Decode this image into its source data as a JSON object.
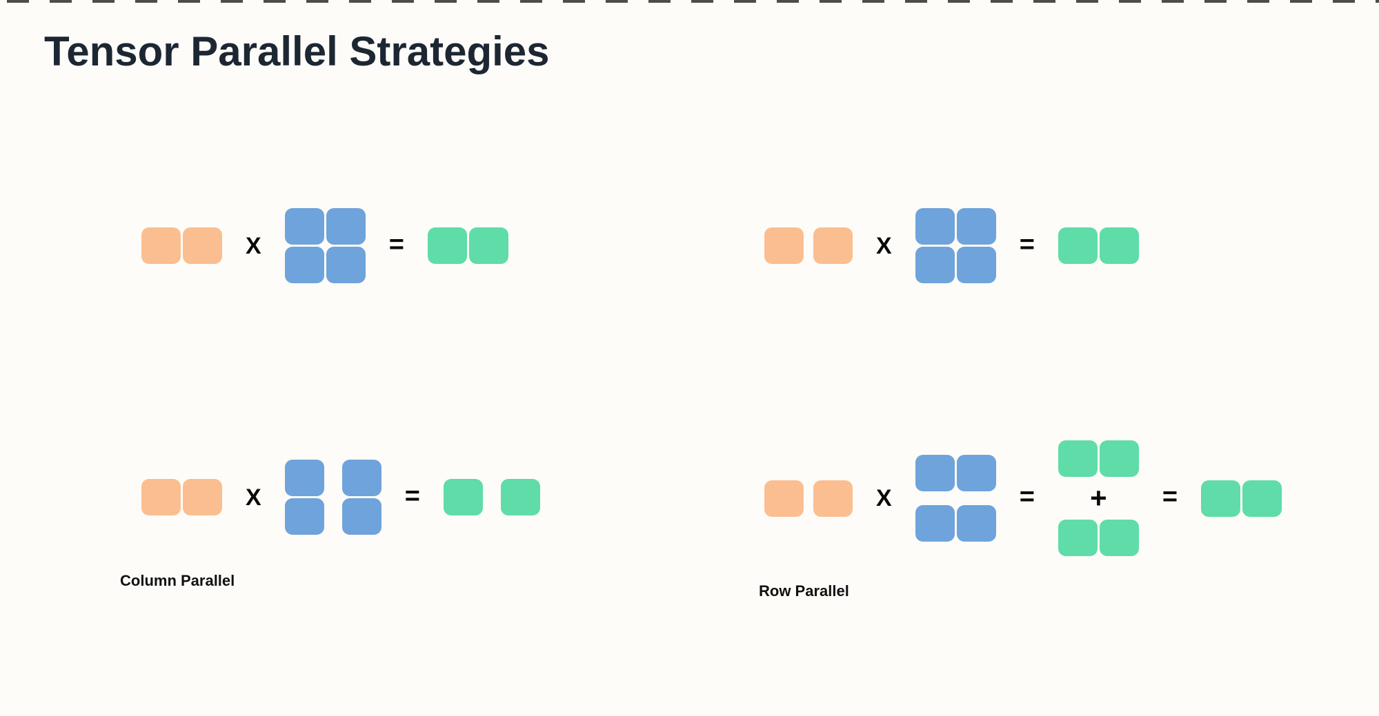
{
  "page": {
    "title": "Tensor Parallel Strategies"
  },
  "labels": {
    "column_parallel": "Column Parallel",
    "row_parallel": "Row Parallel"
  },
  "operators": {
    "multiply": "X",
    "equals": "=",
    "plus": "+"
  },
  "colors": {
    "background": "#FDFCF8",
    "title_text": "#1D2733",
    "operator_text": "#0A0A0A",
    "input_cell": "#FBBE90",
    "weight_cell": "#6FA3DB",
    "output_cell": "#5FDCA7",
    "top_strip_dash": "#4D4D4A"
  },
  "diagrams": {
    "top_left": {
      "tokens": [
        {
          "kind": "vector",
          "role": "input",
          "split": false
        },
        {
          "kind": "op",
          "op": "multiply"
        },
        {
          "kind": "matrix",
          "role": "weight",
          "split": "none"
        },
        {
          "kind": "op",
          "op": "equals"
        },
        {
          "kind": "vector",
          "role": "output",
          "split": false
        }
      ]
    },
    "top_right": {
      "tokens": [
        {
          "kind": "vector",
          "role": "input",
          "split": true
        },
        {
          "kind": "op",
          "op": "multiply"
        },
        {
          "kind": "matrix",
          "role": "weight",
          "split": "none"
        },
        {
          "kind": "op",
          "op": "equals"
        },
        {
          "kind": "vector",
          "role": "output",
          "split": false
        }
      ]
    },
    "bottom_left": {
      "label": "Column Parallel",
      "tokens": [
        {
          "kind": "vector",
          "role": "input",
          "split": false
        },
        {
          "kind": "op",
          "op": "multiply"
        },
        {
          "kind": "matrix",
          "role": "weight",
          "split": "columns"
        },
        {
          "kind": "op",
          "op": "equals"
        },
        {
          "kind": "vector",
          "role": "output",
          "split": true,
          "wide": true
        }
      ]
    },
    "bottom_right": {
      "label": "Row Parallel",
      "tokens": [
        {
          "kind": "vector",
          "role": "input",
          "split": true
        },
        {
          "kind": "op",
          "op": "multiply"
        },
        {
          "kind": "matrix",
          "role": "weight",
          "split": "rows"
        },
        {
          "kind": "op",
          "op": "equals"
        },
        {
          "kind": "stack",
          "role": "output",
          "op": "plus"
        },
        {
          "kind": "op",
          "op": "equals"
        },
        {
          "kind": "vector",
          "role": "output",
          "split": false
        }
      ]
    }
  }
}
